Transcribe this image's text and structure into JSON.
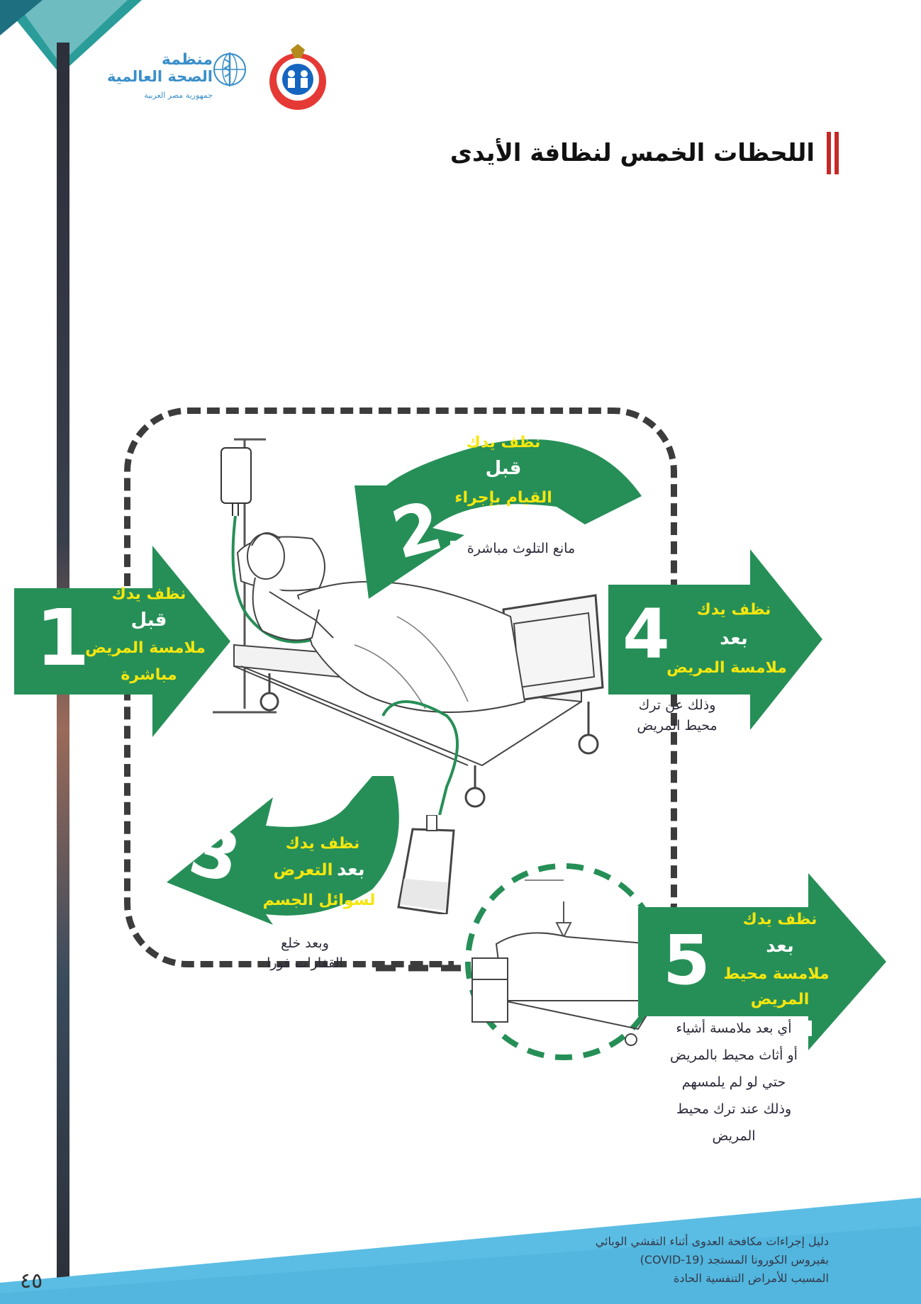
{
  "header": {
    "title": "اللحظات الخمس لنظافة الأيدى",
    "who_line1": "منظمة",
    "who_line2": "الصحة العالمية",
    "who_line3": "جمهورية مصر العربية"
  },
  "moments": [
    {
      "number": "1",
      "line1": "نظف يدك",
      "line2": "قبل",
      "line3": "ملامسة المريض",
      "line4": "مباشرة"
    },
    {
      "number": "2",
      "line1": "نظف يدك",
      "line2": "قبل",
      "line3": "القيام بإجراء",
      "note": "مانع التلوث مباشرة"
    },
    {
      "number": "3",
      "line1": "نظف يدك",
      "line2a": "بعد",
      "line2b": "التعرض",
      "line3": "لسوائل الجسم",
      "note1": "وبعد خلع",
      "note2": "القفازات فورا"
    },
    {
      "number": "4",
      "line1": "نظف يدك",
      "line2": "بعد",
      "line3": "ملامسة المريض",
      "note1": "وذلك عن ترك",
      "note2": "محيط المريض"
    },
    {
      "number": "5",
      "line1": "نظف يدك",
      "line2": "بعد",
      "line3": "ملامسة محيط",
      "line4": "المريض",
      "note1": "أي بعد ملامسة أشياء",
      "note2": "أو أثاث محيط بالمريض",
      "note3": "حتي لو لم يلمسهم",
      "note4": "وذلك عند ترك محيط",
      "note5": "المريض"
    }
  ],
  "footer": {
    "line1": "دليل إجراءات مكافحة العدوى أثناء التفشي الوبائي",
    "line2": "بفيروس الكورونا المستجد (COVID-19)",
    "line3": "المسبب للأمراض التنفسية الحادة",
    "page_number": "٤٥"
  },
  "colors": {
    "green": "#268f57",
    "yellow": "#f5e60f",
    "red": "#c62828",
    "blue": "#5bbde3"
  }
}
